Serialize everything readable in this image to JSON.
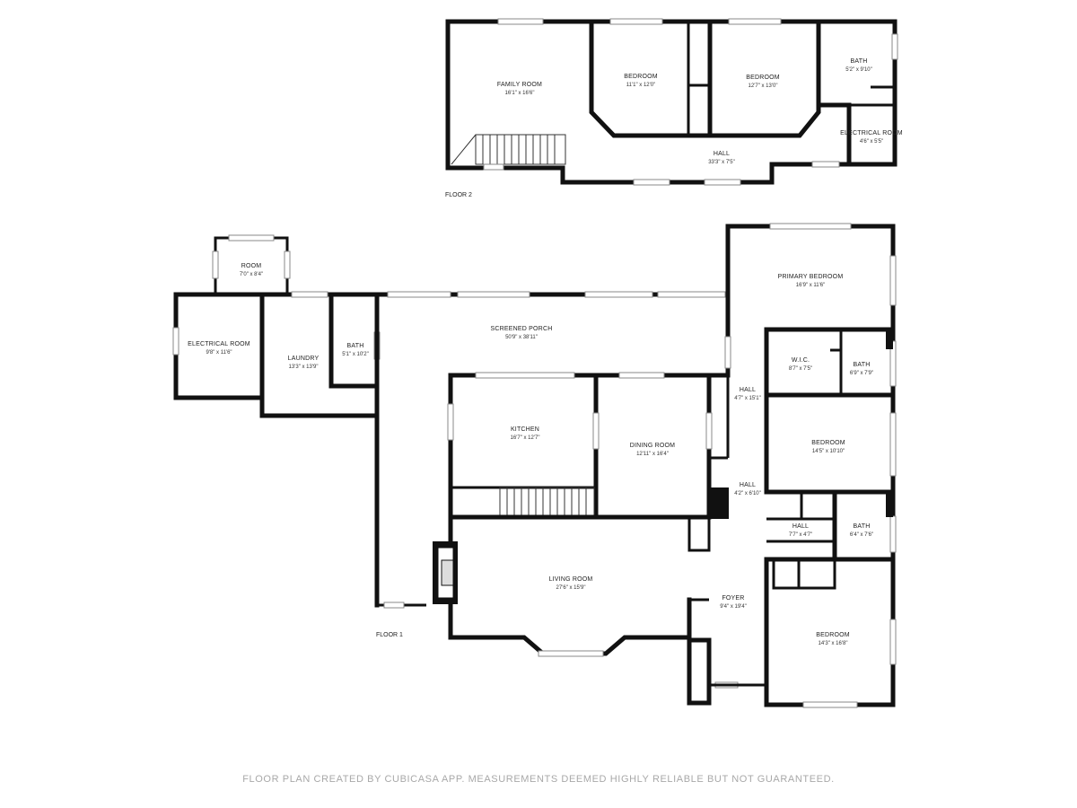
{
  "floor2": {
    "label": "FLOOR 2",
    "rooms": {
      "family_room": {
        "name": "FAMILY ROOM",
        "dim": "16'1\" x 16'6\""
      },
      "bedroom_a": {
        "name": "BEDROOM",
        "dim": "11'1\" x 12'0\""
      },
      "bedroom_b": {
        "name": "BEDROOM",
        "dim": "12'7\" x 13'0\""
      },
      "bath": {
        "name": "BATH",
        "dim": "5'2\" x 9'10\""
      },
      "electrical_room": {
        "name": "ELECTRICAL ROOM",
        "dim": "4'6\" x 5'5\""
      },
      "hall": {
        "name": "HALL",
        "dim": "33'3\" x 7'5\""
      }
    }
  },
  "floor1": {
    "label": "FLOOR 1",
    "rooms": {
      "room": {
        "name": "ROOM",
        "dim": "7'0\" x 8'4\""
      },
      "electrical_room": {
        "name": "ELECTRICAL ROOM",
        "dim": "9'8\" x 11'6\""
      },
      "laundry": {
        "name": "LAUNDRY",
        "dim": "13'3\" x 13'9\""
      },
      "bath_left": {
        "name": "BATH",
        "dim": "5'1\" x 10'2\""
      },
      "screened_porch": {
        "name": "SCREENED PORCH",
        "dim": "50'9\" x 38'11\""
      },
      "primary_bedroom": {
        "name": "PRIMARY BEDROOM",
        "dim": "16'9\" x 11'6\""
      },
      "wic": {
        "name": "W.I.C.",
        "dim": "8'7\" x 7'5\""
      },
      "bath_primary": {
        "name": "BATH",
        "dim": "6'9\" x 7'9\""
      },
      "hall_a": {
        "name": "HALL",
        "dim": "4'7\" x 15'1\""
      },
      "kitchen": {
        "name": "KITCHEN",
        "dim": "16'7\" x 12'7\""
      },
      "dining_room": {
        "name": "DINING ROOM",
        "dim": "12'11\" x 16'4\""
      },
      "bedroom_mid": {
        "name": "BEDROOM",
        "dim": "14'5\" x 10'10\""
      },
      "hall_b": {
        "name": "HALL",
        "dim": "4'2\" x 6'10\""
      },
      "hall_c": {
        "name": "HALL",
        "dim": "7'7\" x 4'7\""
      },
      "bath_small": {
        "name": "BATH",
        "dim": "6'4\" x 7'6\""
      },
      "living_room": {
        "name": "LIVING ROOM",
        "dim": "27'6\" x 15'9\""
      },
      "foyer": {
        "name": "FOYER",
        "dim": "9'4\" x 19'4\""
      },
      "bedroom_low": {
        "name": "BEDROOM",
        "dim": "14'3\" x 16'8\""
      }
    }
  },
  "footer": "FLOOR PLAN CREATED BY CUBICASA APP. MEASUREMENTS DEEMED HIGHLY RELIABLE BUT NOT GUARANTEED."
}
